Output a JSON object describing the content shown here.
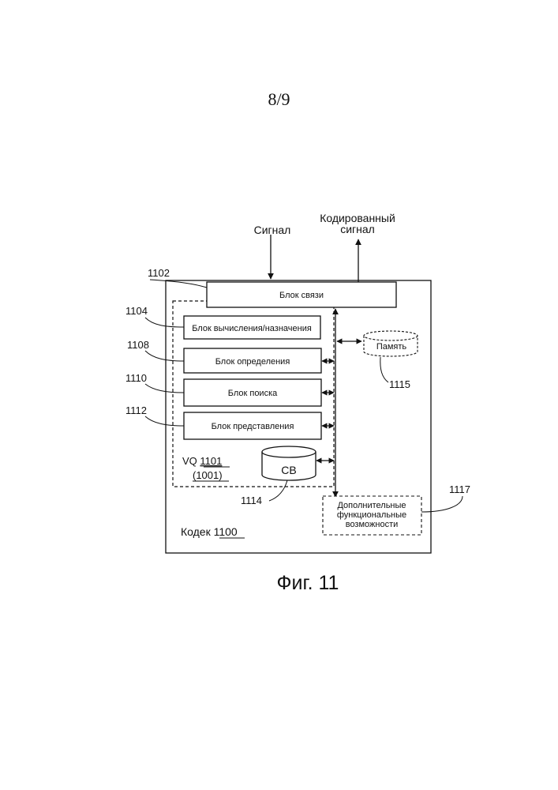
{
  "page": {
    "number": "8/9"
  },
  "figure": {
    "caption": "Фиг. 11"
  },
  "signals": {
    "input": "Сигнал",
    "output_line1": "Кодированный",
    "output_line2": "сигнал"
  },
  "codec": {
    "label": "Кодек",
    "ref": "1100"
  },
  "vq": {
    "label": "VQ",
    "ref": "1101",
    "alt_ref": "(1001)"
  },
  "blocks": {
    "communication": "Блок связи",
    "calc_assign": "Блок вычисления/назначения",
    "determination": "Блок определения",
    "search": "Блок поиска",
    "representation": "Блок представления",
    "codebook": "CB",
    "memory": "Память",
    "extra_line1": "Дополнительные",
    "extra_line2": "функциональные",
    "extra_line3": "возможности"
  },
  "refs": {
    "r1102": "1102",
    "r1104": "1104",
    "r1108": "1108",
    "r1110": "1110",
    "r1112": "1112",
    "r1114": "1114",
    "r1115": "1115",
    "r1117": "1117"
  }
}
